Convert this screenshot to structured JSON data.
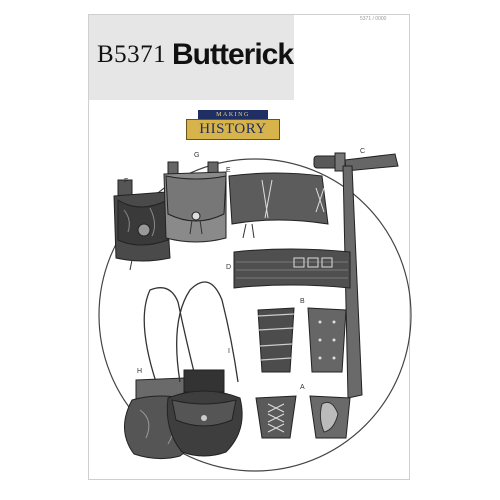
{
  "header": {
    "pattern_number": "B5371",
    "brand": "Butterick",
    "code": "5371 / 0000"
  },
  "badge": {
    "top": "MAKING",
    "main": "HISTORY"
  },
  "views": {
    "a": "A",
    "b": "B",
    "c": "C",
    "d": "D",
    "e": "E",
    "f": "F",
    "g": "G",
    "h": "H",
    "i": "I"
  }
}
